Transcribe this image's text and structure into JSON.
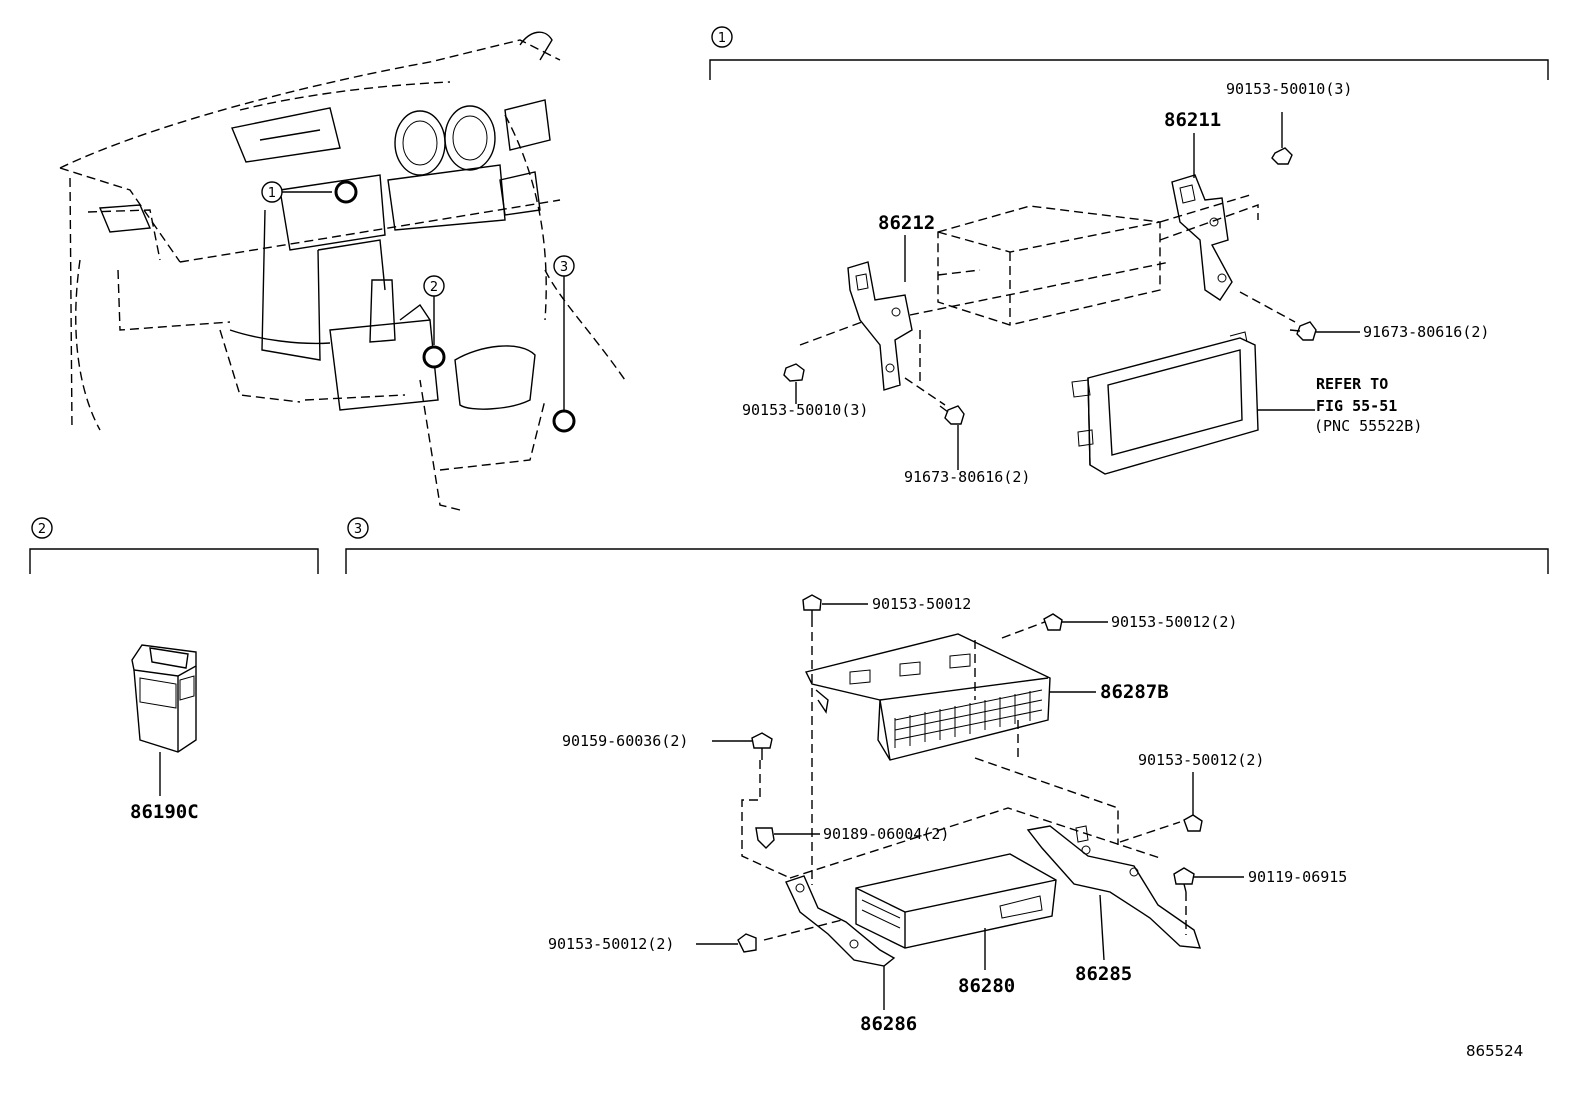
{
  "sections": {
    "s1": {
      "num": "1"
    },
    "s2": {
      "num": "2"
    },
    "s3": {
      "num": "3"
    }
  },
  "overview": {
    "markers": [
      "1",
      "2",
      "3"
    ]
  },
  "parts1": {
    "p86211": "86211",
    "p86212": "86212",
    "bolt_top_right": "90153-50010(3)",
    "bolt_left": "90153-50010(3)",
    "screw_right": "91673-80616(2)",
    "screw_bottom": "91673-80616(2)",
    "refer_line1": "REFER TO",
    "refer_line2": "FIG 55-51",
    "refer_line3": "(PNC 55522B)"
  },
  "parts2": {
    "p86190c": "86190C"
  },
  "parts3": {
    "b_top": "90153-50012",
    "b_top_right": "90153-50012(2)",
    "p86287b": "86287B",
    "b_left": "90159-60036(2)",
    "b_right_mid": "90153-50012(2)",
    "clip": "90189-06004(2)",
    "bolt_right": "90119-06915",
    "b_bottom_left": "90153-50012(2)",
    "p86280": "86280",
    "p86285": "86285",
    "p86286": "86286"
  },
  "figure_id": "865524"
}
